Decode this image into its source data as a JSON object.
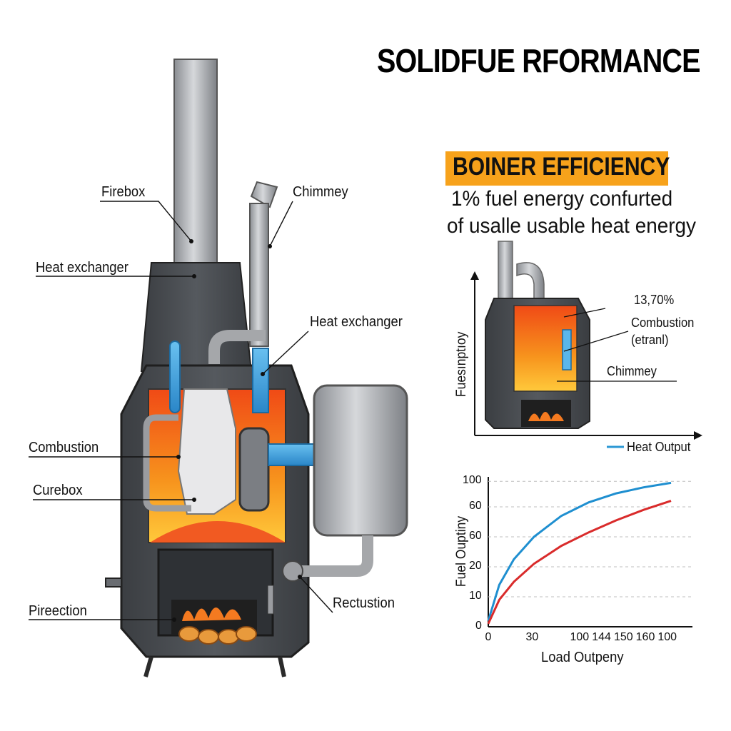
{
  "title": "SOLIDFUE RFORMANCE",
  "efficiency_panel": {
    "badge": "BOINER EFFICIENCY",
    "subtitle_line1": "1% fuel energy confurted",
    "subtitle_line2": "of usalle usable heat energy"
  },
  "diagram_labels": {
    "firebox": "Firebox",
    "heat_exchanger_left": "Heat exchanger",
    "chimney": "Chimmey",
    "heat_exchanger_right": "Heat exchanger",
    "combustion": "Combustion",
    "curebox": "Curebox",
    "pireection": "Pireection",
    "rectustion": "Rectustion"
  },
  "mini_chart": {
    "y_label": "Fuesınptıoy",
    "value": "13,70%",
    "combustion_line1": "Combustion",
    "combustion_line2": "(etranl)",
    "chimney": "Chimmey",
    "legend": "Heat Output"
  },
  "chart_data": {
    "type": "line",
    "xlabel": "Load Outpeny",
    "ylabel": "Fuel Ouptiny",
    "x_ticks": [
      "0",
      "30",
      "100",
      "144",
      "150",
      "160",
      "100"
    ],
    "y_ticks": [
      "0",
      "10",
      "20",
      "60",
      "60",
      "100"
    ],
    "grid": true,
    "series": [
      {
        "color": "#1f8fd0",
        "points": [
          [
            0,
            0.04
          ],
          [
            0.06,
            0.28
          ],
          [
            0.14,
            0.45
          ],
          [
            0.25,
            0.6
          ],
          [
            0.4,
            0.74
          ],
          [
            0.55,
            0.83
          ],
          [
            0.7,
            0.89
          ],
          [
            0.85,
            0.93
          ],
          [
            1.0,
            0.96
          ]
        ]
      },
      {
        "color": "#d92b2b",
        "points": [
          [
            0,
            0.02
          ],
          [
            0.06,
            0.18
          ],
          [
            0.14,
            0.3
          ],
          [
            0.25,
            0.42
          ],
          [
            0.4,
            0.54
          ],
          [
            0.55,
            0.63
          ],
          [
            0.7,
            0.71
          ],
          [
            0.85,
            0.78
          ],
          [
            1.0,
            0.84
          ]
        ]
      }
    ]
  },
  "colors": {
    "accent_orange": "#f7a21b",
    "stove_body": "#4b4e53",
    "pipe_blue": "#3a9bd9",
    "fire": "#f26a16",
    "series_blue": "#1f8fd0",
    "series_red": "#d92b2b"
  }
}
